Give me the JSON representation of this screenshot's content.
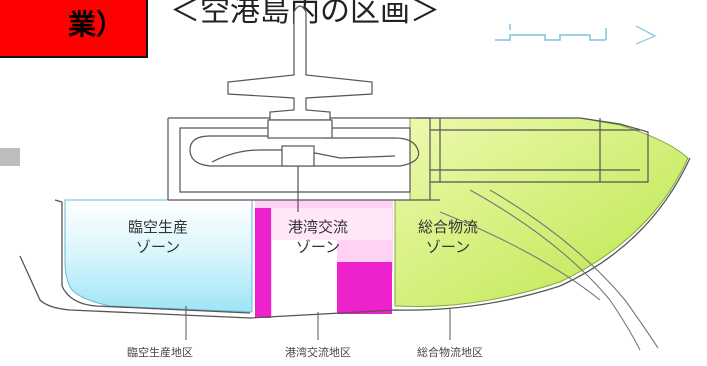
{
  "banner": {
    "text": "業）",
    "color": "#ff0000"
  },
  "map_title": "＜空港島内の区画＞",
  "zones": [
    {
      "id": "rinku",
      "line1": "臨空生産",
      "line2": "ゾーン",
      "color": "#bff0fb"
    },
    {
      "id": "kowan",
      "line1": "港湾交流",
      "line2": "ゾーン",
      "color": "#ee22cc"
    },
    {
      "id": "sogo",
      "line1": "総合物流",
      "line2": "ゾーン",
      "color": "#d3f080"
    }
  ],
  "districts": [
    "臨空生産地区",
    "港湾交流地区",
    "総合物流地区"
  ]
}
